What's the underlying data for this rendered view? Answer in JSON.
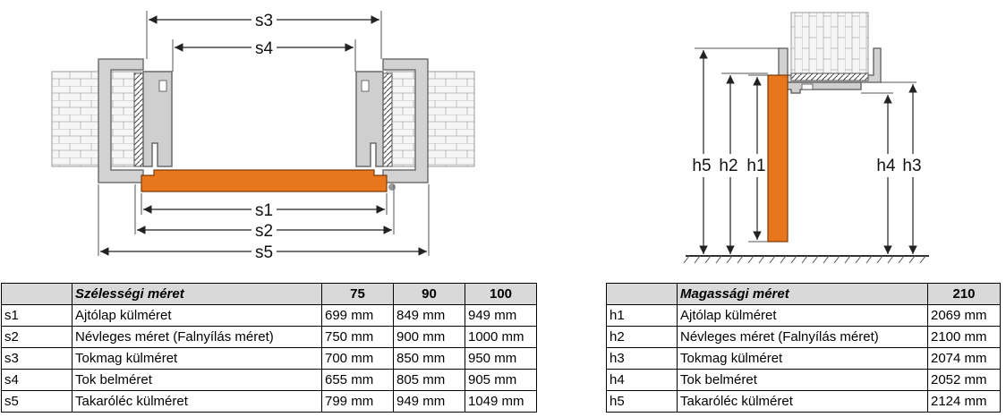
{
  "colors": {
    "door_leaf": "#e8761c",
    "frame": "#d2d2d2",
    "frame_edge": "#707070",
    "wall": "#f4f4f4",
    "dim_line": "#333333",
    "table_header": "#d9d9d9"
  },
  "diagram": {
    "width_labels": {
      "s1": "s1",
      "s2": "s2",
      "s3": "s3",
      "s4": "s4",
      "s5": "s5"
    },
    "height_labels": {
      "h1": "h1",
      "h2": "h2",
      "h3": "h3",
      "h4": "h4",
      "h5": "h5"
    }
  },
  "width_table": {
    "header": [
      "",
      "Szélességi méret",
      "75",
      "90",
      "100"
    ],
    "rows": [
      [
        "s1",
        "Ajtólap külméret",
        "699 mm",
        "849 mm",
        "949 mm"
      ],
      [
        "s2",
        "Névleges méret (Falnyílás méret)",
        "750 mm",
        "900 mm",
        "1000 mm"
      ],
      [
        "s3",
        "Tokmag külméret",
        "700 mm",
        "850 mm",
        "950 mm"
      ],
      [
        "s4",
        "Tok belméret",
        "655 mm",
        "805 mm",
        "905 mm"
      ],
      [
        "s5",
        "Takaróléc külméret",
        "799 mm",
        "949 mm",
        "1049 mm"
      ]
    ]
  },
  "height_table": {
    "header": [
      "",
      "Magassági méret",
      "210"
    ],
    "rows": [
      [
        "h1",
        "Ajtólap külméret",
        "2069 mm"
      ],
      [
        "h2",
        "Névleges méret (Falnyílás méret)",
        "2100 mm"
      ],
      [
        "h3",
        "Tokmag külméret",
        "2074 mm"
      ],
      [
        "h4",
        "Tok belméret",
        "2052 mm"
      ],
      [
        "h5",
        "Takaróléc külméret",
        "2124 mm"
      ]
    ]
  }
}
